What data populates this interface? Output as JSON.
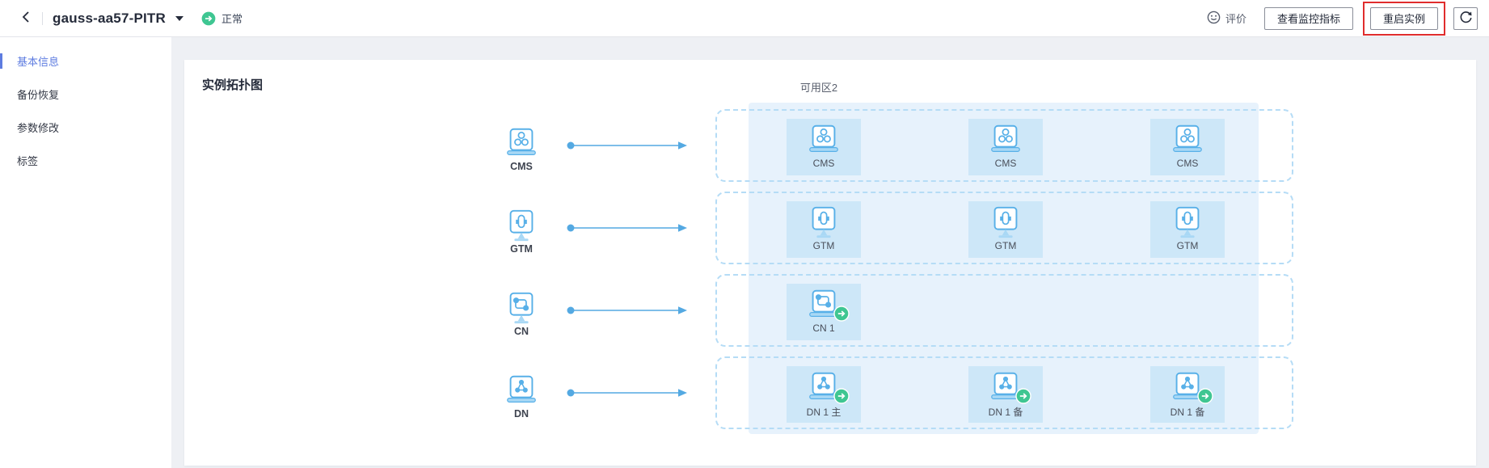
{
  "header": {
    "title": "gauss-aa57-PITR",
    "status_label": "正常",
    "feedback_label": "评价",
    "monitor_button": "查看监控指标",
    "restart_button": "重启实例",
    "icons": {
      "back": "chevron-left-icon",
      "title_dropdown": "caret-down-icon",
      "status": "green-circle-arrow-icon",
      "feedback": "smiley-icon",
      "refresh": "refresh-icon"
    }
  },
  "sidebar": {
    "items": [
      {
        "label": "基本信息",
        "active": true
      },
      {
        "label": "备份恢复",
        "active": false
      },
      {
        "label": "参数修改",
        "active": false
      },
      {
        "label": "标签",
        "active": false
      }
    ]
  },
  "main": {
    "card_title": "实例拓扑图",
    "zone_label": "可用区2",
    "topology": {
      "rows": [
        {
          "id": "cms",
          "label": "CMS",
          "glyph": "cluster-icon",
          "source_base": "laptop",
          "node_base": "laptop",
          "nodes": [
            {
              "label": "CMS",
              "badge": false
            },
            {
              "label": "CMS",
              "badge": false
            },
            {
              "label": "CMS",
              "badge": false
            }
          ]
        },
        {
          "id": "gtm",
          "label": "GTM",
          "glyph": "gtm-capsule-icon",
          "source_base": "monitor",
          "node_base": "monitor",
          "nodes": [
            {
              "label": "GTM",
              "badge": false
            },
            {
              "label": "GTM",
              "badge": false
            },
            {
              "label": "GTM",
              "badge": false
            }
          ]
        },
        {
          "id": "cn",
          "label": "CN",
          "glyph": "share-icon",
          "source_base": "monitor",
          "node_base": "laptop",
          "nodes": [
            {
              "label": "CN 1",
              "badge": true
            }
          ]
        },
        {
          "id": "dn",
          "label": "DN",
          "glyph": "triangle-cluster-icon",
          "source_base": "laptop",
          "node_base": "laptop",
          "nodes": [
            {
              "label": "DN 1 主",
              "badge": true
            },
            {
              "label": "DN 1 备",
              "badge": true
            },
            {
              "label": "DN 1 备",
              "badge": true
            }
          ]
        }
      ]
    }
  },
  "colors": {
    "accent_blue": "#5e7ce0",
    "icon_blue": "#58b0e8",
    "icon_blue_fill": "#a9d8f5",
    "band_blue": "#e7f2fc",
    "node_blue": "#cde7f8",
    "dashed_blue": "#b5dcf6",
    "arrow_blue": "#54a9e2",
    "status_green": "#3fc692",
    "annotation_red": "#e02d2d",
    "header_text": "#252b3a",
    "text_gray": "#575d6c"
  }
}
